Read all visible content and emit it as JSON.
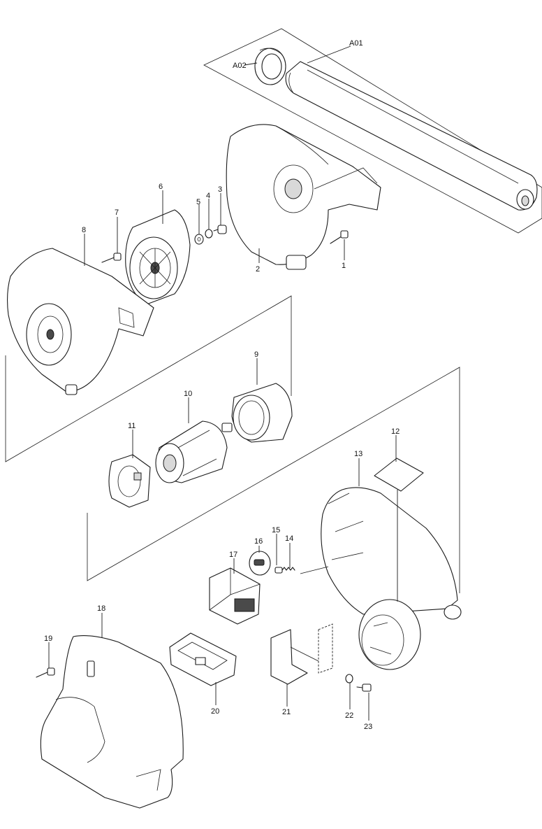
{
  "labels": {
    "a01": "A01",
    "a02": "A02",
    "p1": "1",
    "p2": "2",
    "p3": "3",
    "p4": "4",
    "p5": "5",
    "p6": "6",
    "p7": "7",
    "p8": "8",
    "p9": "9",
    "p10": "10",
    "p11": "11",
    "p12": "12",
    "p13": "13",
    "p14": "14",
    "p15": "15",
    "p16": "16",
    "p17": "17",
    "p18": "18",
    "p19": "19",
    "p20": "20",
    "p21": "21",
    "p22": "22",
    "p23": "23"
  }
}
